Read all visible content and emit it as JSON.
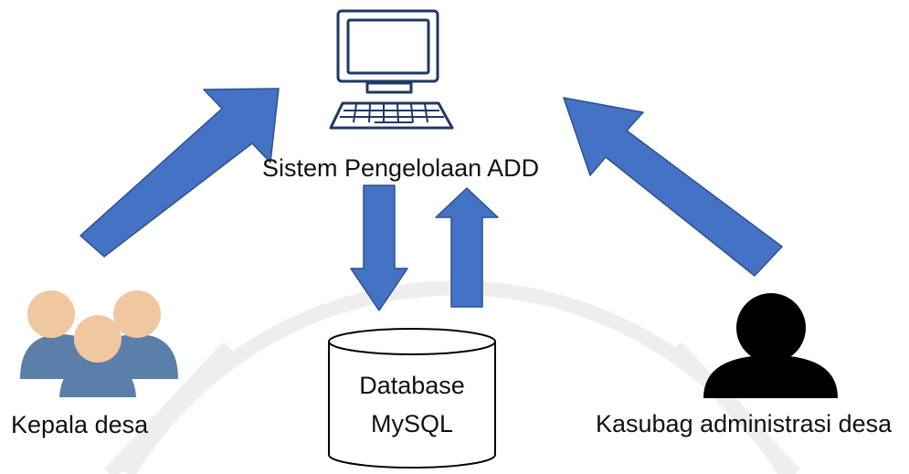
{
  "diagram": {
    "system_label": "Sistem Pengelolaan ADD",
    "database_label_line1": "Database",
    "database_label_line2": "MySQL",
    "actor_left_label": "Kepala desa",
    "actor_right_label": "Kasubag administrasi desa"
  },
  "colors": {
    "arrow_fill": "#4472c4",
    "arrow_stroke": "#2f528f",
    "monitor_stroke": "#1f3864",
    "group_head": "#f0c8a0",
    "group_body": "#5b7fa8",
    "single_actor": "#000000",
    "watermark": "#eeeeee"
  },
  "icons": {
    "computer": "desktop-computer-icon",
    "database": "database-cylinder-icon",
    "left_actor": "user-group-icon",
    "right_actor": "user-silhouette-icon"
  }
}
